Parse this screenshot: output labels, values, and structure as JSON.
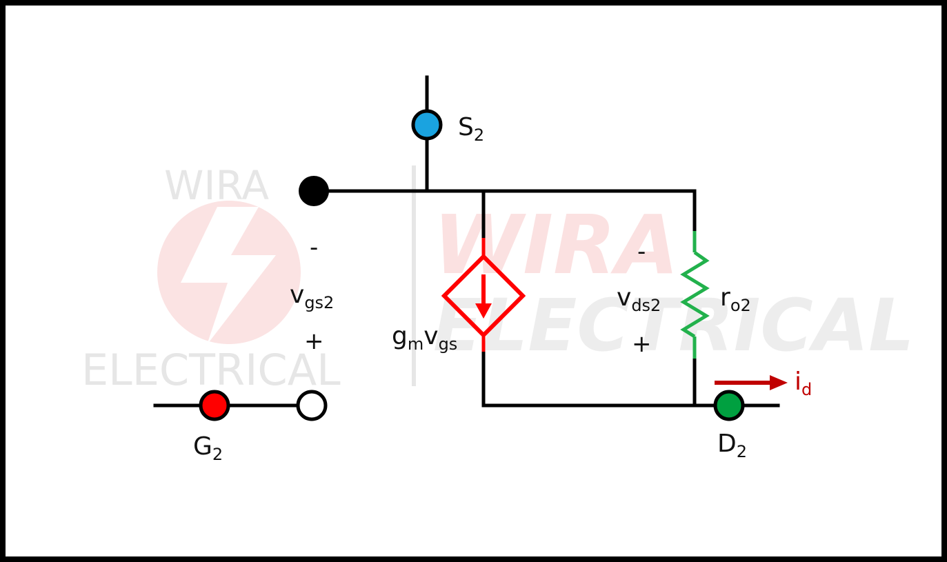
{
  "watermark": {
    "logo_top": "WIRA",
    "logo_bottom": "ELECTRICAL",
    "big_top": "WIRA",
    "big_bottom": "ELECTRICAL"
  },
  "terminals": {
    "source": {
      "letter": "S",
      "sub": "2",
      "color": "#1aa3e0"
    },
    "gate": {
      "letter": "G",
      "sub": "2",
      "color": "#ff0000"
    },
    "drain": {
      "letter": "D",
      "sub": "2",
      "color": "#00a040"
    }
  },
  "labels": {
    "vgs2": {
      "main": "v",
      "sub": "gs2"
    },
    "vgs2_minus": "-",
    "vgs2_plus": "+",
    "gm_a": "g",
    "gm_a_sub": "m",
    "gm_b": "v",
    "gm_b_sub": "gs",
    "vds2": {
      "main": "v",
      "sub": "ds2"
    },
    "vds2_minus": "-",
    "vds2_plus": "+",
    "ro2": {
      "main": "r",
      "sub": "o2"
    },
    "id": {
      "main": "i",
      "sub": "d"
    }
  },
  "colors": {
    "wire": "#000000",
    "source_current": "#ff0000",
    "resistor": "#22b14c",
    "current_arrow": "#c00000"
  }
}
